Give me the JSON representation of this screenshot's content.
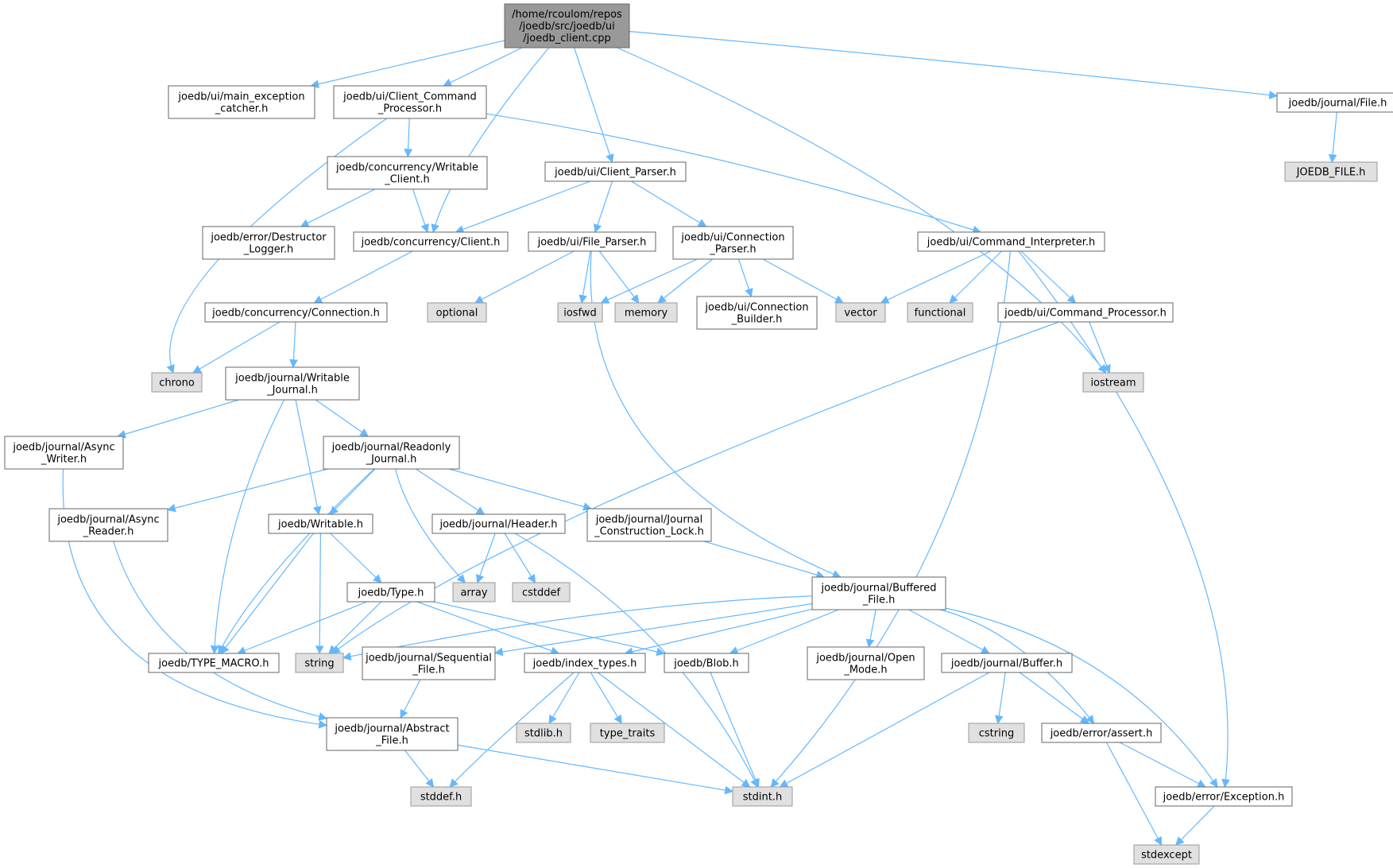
{
  "colors": {
    "root_fill": "#999999",
    "root_stroke": "#666666",
    "file_fill": "#ffffff",
    "file_stroke": "#666666",
    "system_fill": "#e0e0e0",
    "system_stroke": "#999999",
    "edge": "#63b8ff"
  },
  "nodes": [
    {
      "id": "root",
      "kind": "root",
      "lines": [
        "/home/rcoulom/repos",
        "/joedb/src/joedb/ui",
        "/joedb_client.cpp"
      ]
    },
    {
      "id": "main_exception_catcher",
      "kind": "file",
      "lines": [
        "joedb/ui/main_exception",
        "_catcher.h"
      ]
    },
    {
      "id": "client_command_processor",
      "kind": "file",
      "lines": [
        "joedb/ui/Client_Command",
        "_Processor.h"
      ]
    },
    {
      "id": "journal_file",
      "kind": "file",
      "lines": [
        "joedb/journal/File.h"
      ]
    },
    {
      "id": "joedb_file_h",
      "kind": "system",
      "lines": [
        "JOEDB_FILE.h"
      ]
    },
    {
      "id": "writable_client",
      "kind": "file",
      "lines": [
        "joedb/concurrency/Writable",
        "_Client.h"
      ]
    },
    {
      "id": "client_parser",
      "kind": "file",
      "lines": [
        "joedb/ui/Client_Parser.h"
      ]
    },
    {
      "id": "destructor_logger",
      "kind": "file",
      "lines": [
        "joedb/error/Destructor",
        "_Logger.h"
      ]
    },
    {
      "id": "concurrency_client",
      "kind": "file",
      "lines": [
        "joedb/concurrency/Client.h"
      ]
    },
    {
      "id": "file_parser",
      "kind": "file",
      "lines": [
        "joedb/ui/File_Parser.h"
      ]
    },
    {
      "id": "connection_parser",
      "kind": "file",
      "lines": [
        "joedb/ui/Connection",
        "_Parser.h"
      ]
    },
    {
      "id": "command_interpreter",
      "kind": "file",
      "lines": [
        "joedb/ui/Command_Interpreter.h"
      ]
    },
    {
      "id": "concurrency_connection",
      "kind": "file",
      "lines": [
        "joedb/concurrency/Connection.h"
      ]
    },
    {
      "id": "optional",
      "kind": "system",
      "lines": [
        "optional"
      ]
    },
    {
      "id": "iosfwd",
      "kind": "system",
      "lines": [
        "iosfwd"
      ]
    },
    {
      "id": "memory",
      "kind": "system",
      "lines": [
        "memory"
      ]
    },
    {
      "id": "connection_builder",
      "kind": "file",
      "lines": [
        "joedb/ui/Connection",
        "_Builder.h"
      ]
    },
    {
      "id": "vector",
      "kind": "system",
      "lines": [
        "vector"
      ]
    },
    {
      "id": "functional",
      "kind": "system",
      "lines": [
        "functional"
      ]
    },
    {
      "id": "command_processor",
      "kind": "file",
      "lines": [
        "joedb/ui/Command_Processor.h"
      ]
    },
    {
      "id": "chrono",
      "kind": "system",
      "lines": [
        "chrono"
      ]
    },
    {
      "id": "writable_journal",
      "kind": "file",
      "lines": [
        "joedb/journal/Writable",
        "_Journal.h"
      ]
    },
    {
      "id": "iostream",
      "kind": "system",
      "lines": [
        "iostream"
      ]
    },
    {
      "id": "async_writer",
      "kind": "file",
      "lines": [
        "joedb/journal/Async",
        "_Writer.h"
      ]
    },
    {
      "id": "readonly_journal",
      "kind": "file",
      "lines": [
        "joedb/journal/Readonly",
        "_Journal.h"
      ]
    },
    {
      "id": "async_reader",
      "kind": "file",
      "lines": [
        "joedb/journal/Async",
        "_Reader.h"
      ]
    },
    {
      "id": "writable_h",
      "kind": "file",
      "lines": [
        "joedb/Writable.h"
      ]
    },
    {
      "id": "journal_header",
      "kind": "file",
      "lines": [
        "joedb/journal/Header.h"
      ]
    },
    {
      "id": "journal_construction_lock",
      "kind": "file",
      "lines": [
        "joedb/journal/Journal",
        "_Construction_Lock.h"
      ]
    },
    {
      "id": "buffered_file",
      "kind": "file",
      "lines": [
        "joedb/journal/Buffered",
        "_File.h"
      ]
    },
    {
      "id": "type_h",
      "kind": "file",
      "lines": [
        "joedb/Type.h"
      ]
    },
    {
      "id": "array",
      "kind": "system",
      "lines": [
        "array"
      ]
    },
    {
      "id": "cstddef",
      "kind": "system",
      "lines": [
        "cstddef"
      ]
    },
    {
      "id": "type_macro",
      "kind": "file",
      "lines": [
        "joedb/TYPE_MACRO.h"
      ]
    },
    {
      "id": "string",
      "kind": "system",
      "lines": [
        "string"
      ]
    },
    {
      "id": "sequential_file",
      "kind": "file",
      "lines": [
        "joedb/journal/Sequential",
        "_File.h"
      ]
    },
    {
      "id": "index_types",
      "kind": "file",
      "lines": [
        "joedb/index_types.h"
      ]
    },
    {
      "id": "blob_h",
      "kind": "file",
      "lines": [
        "joedb/Blob.h"
      ]
    },
    {
      "id": "open_mode",
      "kind": "file",
      "lines": [
        "joedb/journal/Open",
        "_Mode.h"
      ]
    },
    {
      "id": "journal_buffer",
      "kind": "file",
      "lines": [
        "joedb/journal/Buffer.h"
      ]
    },
    {
      "id": "abstract_file",
      "kind": "file",
      "lines": [
        "joedb/journal/Abstract",
        "_File.h"
      ]
    },
    {
      "id": "stdlib_h",
      "kind": "system",
      "lines": [
        "stdlib.h"
      ]
    },
    {
      "id": "type_traits",
      "kind": "system",
      "lines": [
        "type_traits"
      ]
    },
    {
      "id": "cstring",
      "kind": "system",
      "lines": [
        "cstring"
      ]
    },
    {
      "id": "error_assert",
      "kind": "file",
      "lines": [
        "joedb/error/assert.h"
      ]
    },
    {
      "id": "stddef_h",
      "kind": "system",
      "lines": [
        "stddef.h"
      ]
    },
    {
      "id": "stdint_h",
      "kind": "system",
      "lines": [
        "stdint.h"
      ]
    },
    {
      "id": "error_exception",
      "kind": "file",
      "lines": [
        "joedb/error/Exception.h"
      ]
    },
    {
      "id": "stdexcept",
      "kind": "system",
      "lines": [
        "stdexcept"
      ]
    }
  ],
  "edges": [
    [
      "root",
      "main_exception_catcher"
    ],
    [
      "root",
      "client_command_processor"
    ],
    [
      "root",
      "concurrency_client"
    ],
    [
      "root",
      "client_parser"
    ],
    [
      "root",
      "iostream"
    ],
    [
      "root",
      "journal_file"
    ],
    [
      "journal_file",
      "joedb_file_h"
    ],
    [
      "client_command_processor",
      "chrono"
    ],
    [
      "client_command_processor",
      "writable_client"
    ],
    [
      "client_command_processor",
      "command_interpreter"
    ],
    [
      "writable_client",
      "destructor_logger"
    ],
    [
      "writable_client",
      "concurrency_client"
    ],
    [
      "client_parser",
      "concurrency_client"
    ],
    [
      "client_parser",
      "file_parser"
    ],
    [
      "client_parser",
      "connection_parser"
    ],
    [
      "concurrency_client",
      "concurrency_connection"
    ],
    [
      "concurrency_connection",
      "chrono"
    ],
    [
      "concurrency_connection",
      "writable_journal"
    ],
    [
      "file_parser",
      "optional"
    ],
    [
      "file_parser",
      "iosfwd"
    ],
    [
      "file_parser",
      "memory"
    ],
    [
      "file_parser",
      "buffered_file"
    ],
    [
      "connection_parser",
      "iosfwd"
    ],
    [
      "connection_parser",
      "memory"
    ],
    [
      "connection_parser",
      "connection_builder"
    ],
    [
      "connection_parser",
      "vector"
    ],
    [
      "command_interpreter",
      "vector"
    ],
    [
      "command_interpreter",
      "functional"
    ],
    [
      "command_interpreter",
      "command_processor"
    ],
    [
      "command_interpreter",
      "stdint_h"
    ],
    [
      "command_interpreter",
      "error_exception"
    ],
    [
      "command_processor",
      "iostream"
    ],
    [
      "command_processor",
      "string"
    ],
    [
      "writable_journal",
      "async_writer"
    ],
    [
      "writable_journal",
      "readonly_journal"
    ],
    [
      "writable_journal",
      "writable_h"
    ],
    [
      "writable_journal",
      "type_macro"
    ],
    [
      "async_writer",
      "abstract_file"
    ],
    [
      "readonly_journal",
      "async_reader"
    ],
    [
      "readonly_journal",
      "writable_h"
    ],
    [
      "readonly_journal",
      "type_macro"
    ],
    [
      "readonly_journal",
      "array"
    ],
    [
      "readonly_journal",
      "journal_header"
    ],
    [
      "readonly_journal",
      "journal_construction_lock"
    ],
    [
      "async_reader",
      "abstract_file"
    ],
    [
      "writable_h",
      "type_h"
    ],
    [
      "writable_h",
      "type_macro"
    ],
    [
      "writable_h",
      "string"
    ],
    [
      "journal_header",
      "array"
    ],
    [
      "journal_header",
      "cstddef"
    ],
    [
      "journal_header",
      "stdint_h"
    ],
    [
      "journal_construction_lock",
      "buffered_file"
    ],
    [
      "type_h",
      "type_macro"
    ],
    [
      "type_h",
      "string"
    ],
    [
      "type_h",
      "index_types"
    ],
    [
      "type_h",
      "blob_h"
    ],
    [
      "buffered_file",
      "string"
    ],
    [
      "buffered_file",
      "sequential_file"
    ],
    [
      "buffered_file",
      "index_types"
    ],
    [
      "buffered_file",
      "blob_h"
    ],
    [
      "buffered_file",
      "open_mode"
    ],
    [
      "buffered_file",
      "journal_buffer"
    ],
    [
      "buffered_file",
      "error_assert"
    ],
    [
      "buffered_file",
      "error_exception"
    ],
    [
      "sequential_file",
      "abstract_file"
    ],
    [
      "index_types",
      "stddef_h"
    ],
    [
      "index_types",
      "stdlib_h"
    ],
    [
      "index_types",
      "type_traits"
    ],
    [
      "index_types",
      "stdint_h"
    ],
    [
      "blob_h",
      "stdint_h"
    ],
    [
      "journal_buffer",
      "stdint_h"
    ],
    [
      "journal_buffer",
      "cstring"
    ],
    [
      "journal_buffer",
      "error_assert"
    ],
    [
      "abstract_file",
      "stddef_h"
    ],
    [
      "abstract_file",
      "stdint_h"
    ],
    [
      "error_assert",
      "error_exception"
    ],
    [
      "error_assert",
      "stdexcept"
    ],
    [
      "error_exception",
      "stdexcept"
    ]
  ]
}
